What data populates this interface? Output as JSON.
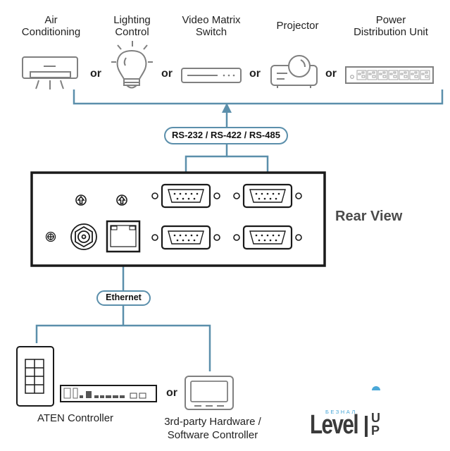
{
  "devices": [
    {
      "name": "air-conditioning",
      "label_line1": "Air",
      "label_line2": "Conditioning"
    },
    {
      "name": "lighting-control",
      "label_line1": "Lighting",
      "label_line2": "Control"
    },
    {
      "name": "video-matrix-switch",
      "label_line1": "Video Matrix",
      "label_line2": "Switch"
    },
    {
      "name": "projector",
      "label_line1": "Projector",
      "label_line2": ""
    },
    {
      "name": "power-distribution-unit",
      "label_line1": "Power",
      "label_line2": "Distribution Unit"
    }
  ],
  "or_label": "or",
  "serial_bus_label": "RS-232 / RS-422 / RS-485",
  "rear_view_label": "Rear View",
  "ethernet_label": "Ethernet",
  "controllers": {
    "aten": {
      "label": "ATEN Controller"
    },
    "third_party": {
      "label_line1": "3rd-party Hardware /",
      "label_line2": "Software Controller"
    }
  },
  "logo": {
    "small_text": "БЕЗНАЛ",
    "main_text": "Level",
    "suffix_top": "U",
    "suffix_bottom": "P"
  },
  "colors": {
    "line": "#5b8fab",
    "device_gray": "#808080",
    "panel_black": "#1a1a1a",
    "logo_blue": "#4aa8d8",
    "logo_gray": "#3a3a3a"
  }
}
